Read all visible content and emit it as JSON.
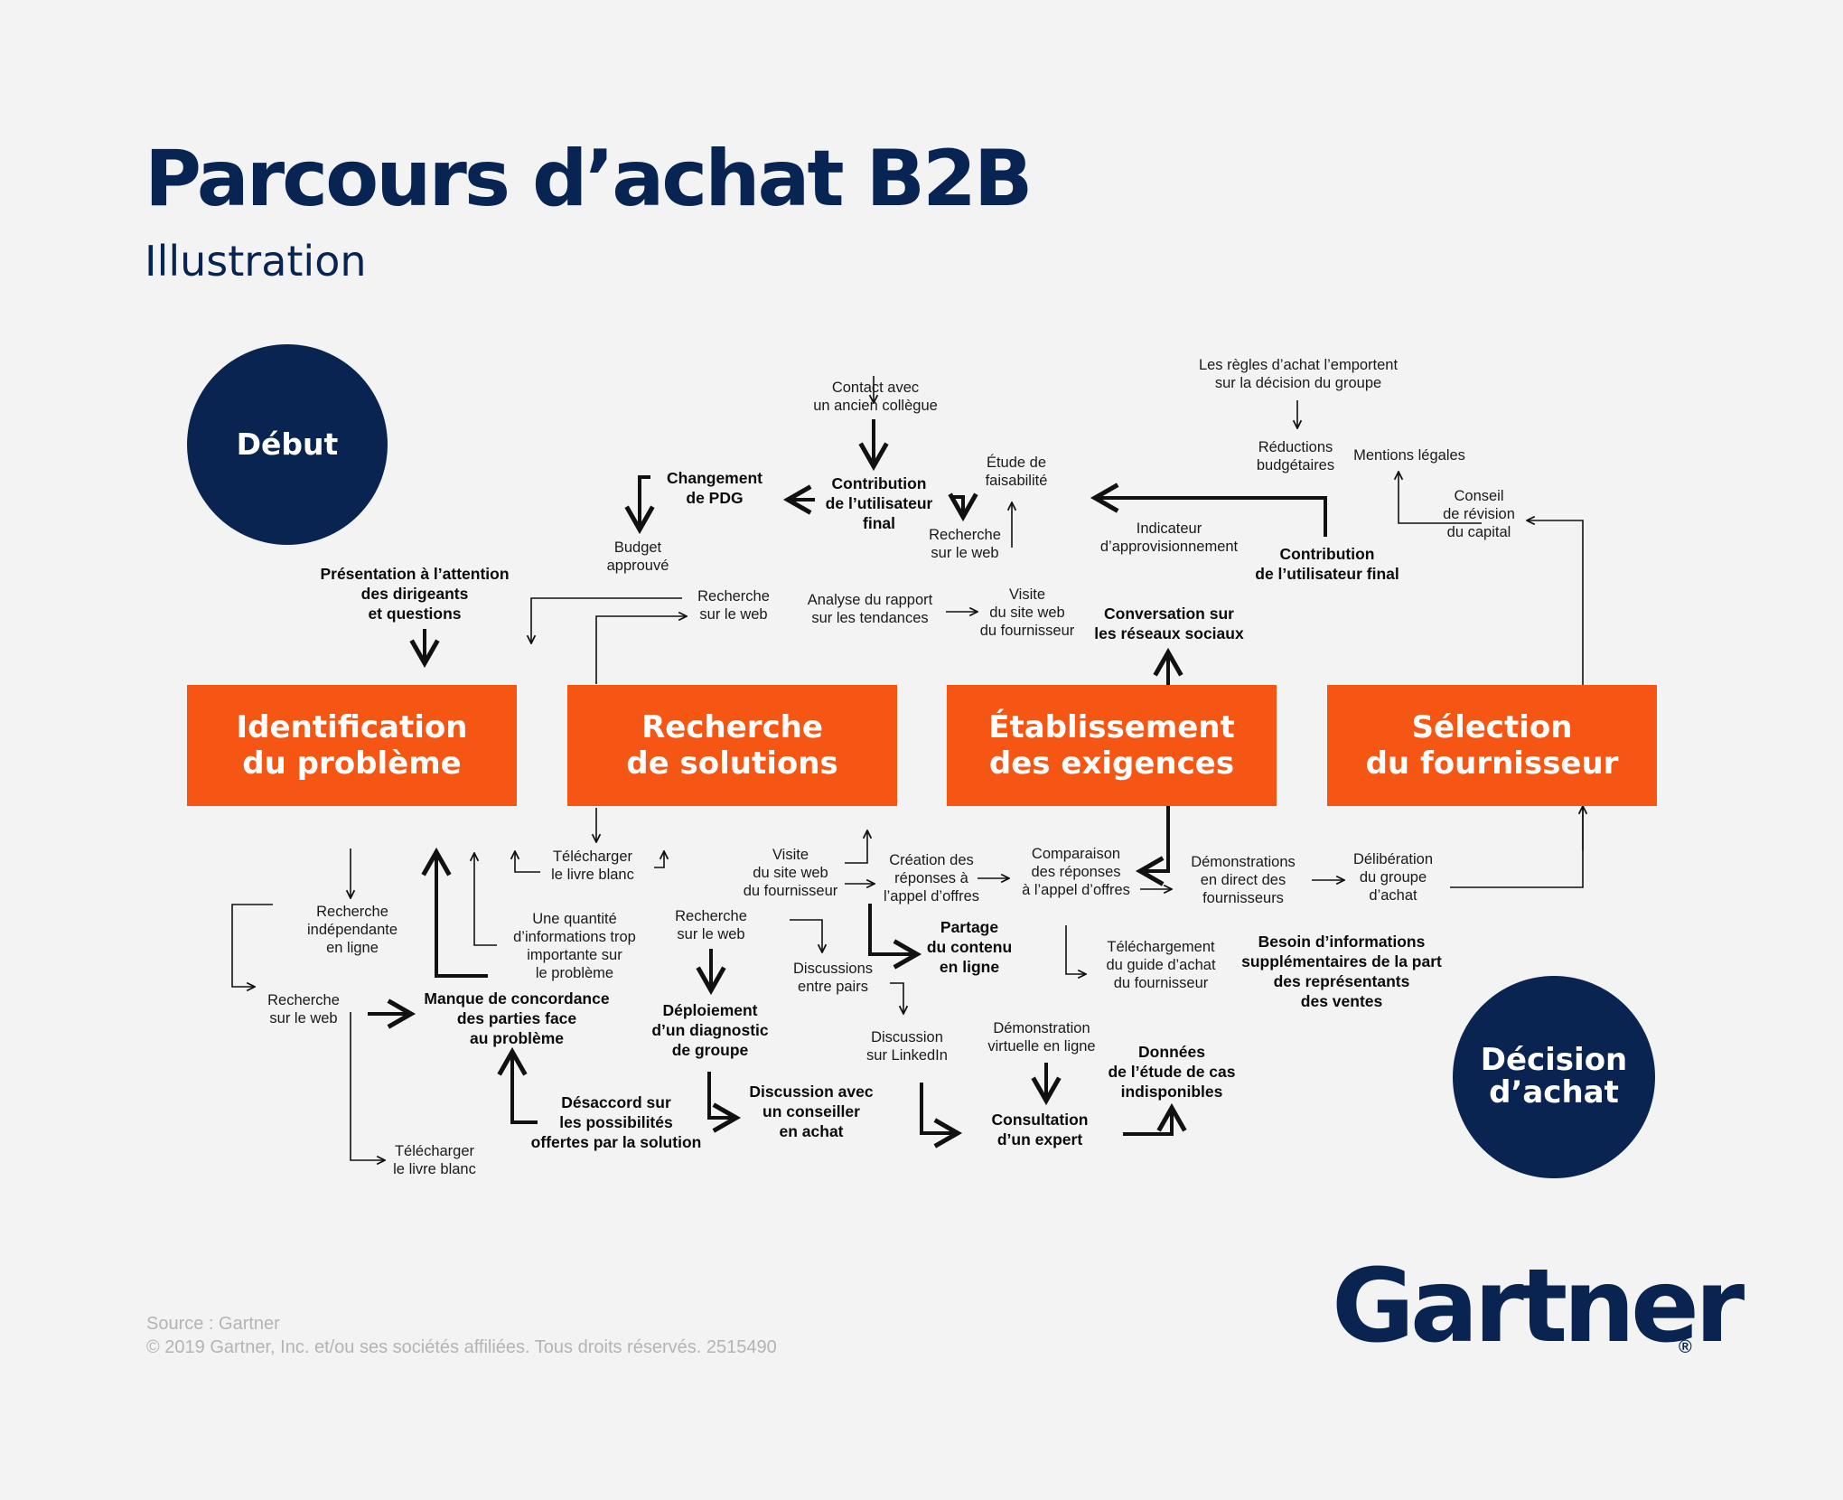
{
  "header": {
    "title": "Parcours d’achat B2B",
    "subtitle": "Illustration"
  },
  "start": "Début",
  "end": "Décision\nd’achat",
  "stages": {
    "s1": "Identification\ndu problème",
    "s2": "Recherche\nde solutions",
    "s3": "Établissement\ndes exigences",
    "s4": "Sélection\ndu fournisseur"
  },
  "steps": {
    "presentation": "Présentation à l’attention\ndes dirigeants\net questions",
    "changement_pdg": "Changement\nde PDG",
    "budget": "Budget\napprouvé",
    "contact_collegue": "Contact avec\nun ancien collègue",
    "contribution_top": "Contribution\nde l’utilisateur\nfinal",
    "etude_faisabilite": "Étude de\nfaisabilité",
    "recherche_web_top": "Recherche\nsur le web",
    "recherche_web_mid": "Recherche\nsur le web",
    "analyse_rapport": "Analyse du rapport\nsur les tendances",
    "visite_top": "Visite\ndu site web\ndu fournisseur",
    "conversation_reseaux": "Conversation sur\nles réseaux sociaux",
    "indicateur": "Indicateur\nd’approvisionnement",
    "contribution_right": "Contribution\nde l’utilisateur final",
    "regles_achat": "Les règles d’achat l’emportent\nsur la décision du groupe",
    "reductions": "Réductions\nbudgétaires",
    "mentions": "Mentions légales",
    "conseil_revision": "Conseil\nde révision\ndu capital",
    "recherche_independante": "Recherche\nindépendante\nen ligne",
    "recherche_web_left": "Recherche\nsur le web",
    "telecharger_bottom": "Télécharger\nle livre blanc",
    "quantite_info": "Une quantité\nd’informations trop\nimportante sur\nle problème",
    "telecharger_top": "Télécharger\nle livre blanc",
    "manque_concordance": "Manque de concordance\ndes parties face\nau problème",
    "desaccord": "Désaccord sur\nles possibilités\noffertes par la solution",
    "recherche_web_bottom": "Recherche\nsur le web",
    "deploiement": "Déploiement\nd’un diagnostic\nde groupe",
    "discussion_conseiller": "Discussion avec\nun conseiller\nen achat",
    "visite_bottom": "Visite\ndu site web\ndu fournisseur",
    "discussions_pairs": "Discussions\nentre pairs",
    "creation_reponses": "Création des\nréponses à\nl’appel d’offres",
    "partage_contenu": "Partage\ndu contenu\nen ligne",
    "discussion_linkedin": "Discussion\nsur LinkedIn",
    "comparaison": "Comparaison\ndes réponses\nà l’appel d’offres",
    "demo_virtuelle": "Démonstration\nvirtuelle en ligne",
    "consultation_expert": "Consultation\nd’un expert",
    "demonstrations_direct": "Démonstrations\nen direct des\nfournisseurs",
    "telechargement_guide": "Téléchargement\ndu guide d’achat\ndu fournisseur",
    "deliberation": "Délibération\ndu groupe\nd’achat",
    "besoin_info": "Besoin d’informations\nsupplémentaires de la part\ndes représentants\ndes ventes",
    "donnees_etude": "Données\nde l’étude de cas\nindisponibles"
  },
  "colors": {
    "navy": "#0a2452",
    "orange": "#f55613",
    "background": "#f3f3f3"
  },
  "footer": {
    "source": "Source : Gartner",
    "copyright": "© 2019 Gartner, Inc. et/ou ses sociétés affiliées. Tous droits réservés. 2515490"
  },
  "logo": {
    "text": "Gartner",
    "mark": "®"
  }
}
